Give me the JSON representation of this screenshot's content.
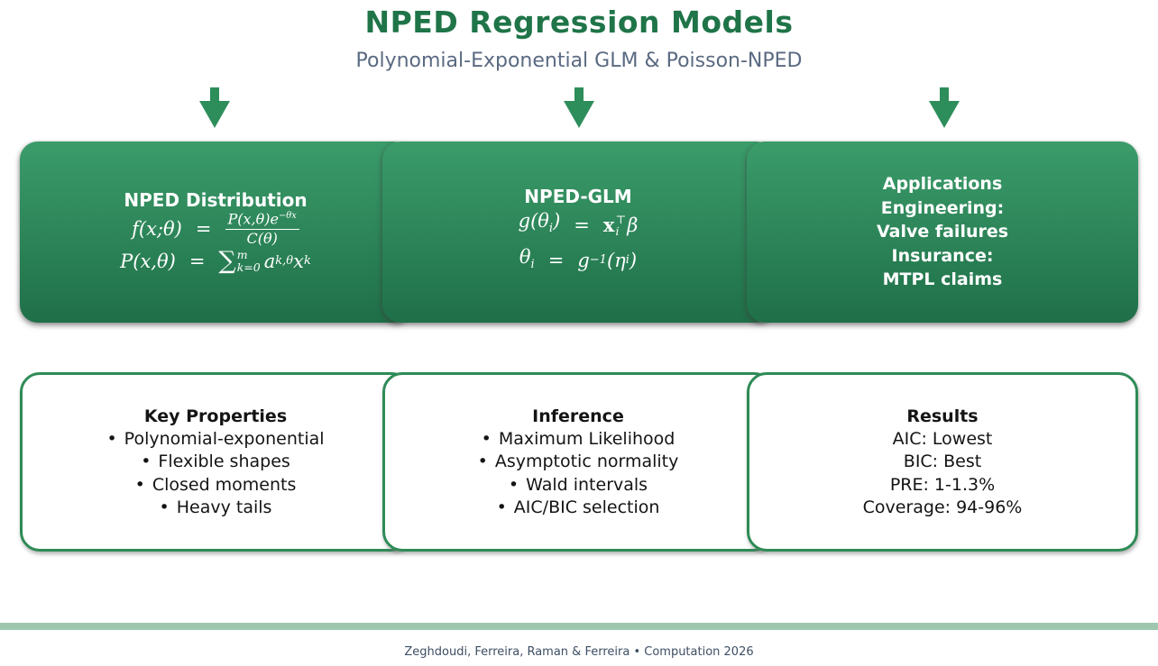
{
  "header": {
    "title": "NPED Regression Models",
    "subtitle": "Polynomial-Exponential GLM & Poisson-NPED"
  },
  "colors": {
    "title_green": "#1f7448",
    "subtitle_slate": "#5a6a82",
    "box_gradient_top": "#3b9c6a",
    "box_gradient_bottom": "#1f6f48",
    "arrow_green": "#2e8e5b",
    "border_green": "#2e8b57",
    "footer_bar": "#9fc7b0",
    "footer_text": "#3d4e63"
  },
  "bullet_char": "•",
  "model_boxes": [
    {
      "heading": "NPED Distribution",
      "eq1": {
        "lhs": "f(x;θ)",
        "rel": "=",
        "num_base": "P(x,θ)e",
        "num_exp": "−θx",
        "den": "C(θ)"
      },
      "eq2": {
        "lhs": "P(x,θ)",
        "rel": "=",
        "sum": "∑",
        "sum_upper": "m",
        "sum_lower": "k=0",
        "coef": "a",
        "coef_sub": "k,θ",
        "var": "x",
        "var_exp": "k"
      }
    },
    {
      "heading": "NPED-GLM",
      "eq1": {
        "lhs_base": "g(θ",
        "lhs_sub": "i",
        "lhs_close": ")",
        "rel": "=",
        "rhs_base": "x",
        "rhs_sup": "⊤",
        "rhs_sub": "i",
        "rhs_tail": "β"
      },
      "eq2": {
        "lhs_base": "θ",
        "lhs_sub": "i",
        "rel": "=",
        "rhs_base": "g",
        "rhs_sup": "−1",
        "rhs_paren": "(η",
        "rhs_sub": "i",
        "rhs_close": ")"
      }
    },
    {
      "heading": "Applications",
      "lines": [
        "Engineering:",
        "Valve failures",
        "Insurance:",
        "MTPL claims"
      ]
    }
  ],
  "detail_boxes": [
    {
      "heading": "Key Properties",
      "bullets": [
        "Polynomial-exponential",
        "Flexible shapes",
        "Closed moments",
        "Heavy tails"
      ]
    },
    {
      "heading": "Inference",
      "bullets": [
        "Maximum Likelihood",
        "Asymptotic normality",
        "Wald intervals",
        "AIC/BIC selection"
      ]
    },
    {
      "heading": "Results",
      "lines": [
        "AIC: Lowest",
        "BIC: Best",
        "PRE: 1-1.3%",
        "Coverage: 94-96%"
      ]
    }
  ],
  "footer": {
    "text": "Zeghdoudi, Ferreira, Raman & Ferreira • Computation 2026"
  }
}
